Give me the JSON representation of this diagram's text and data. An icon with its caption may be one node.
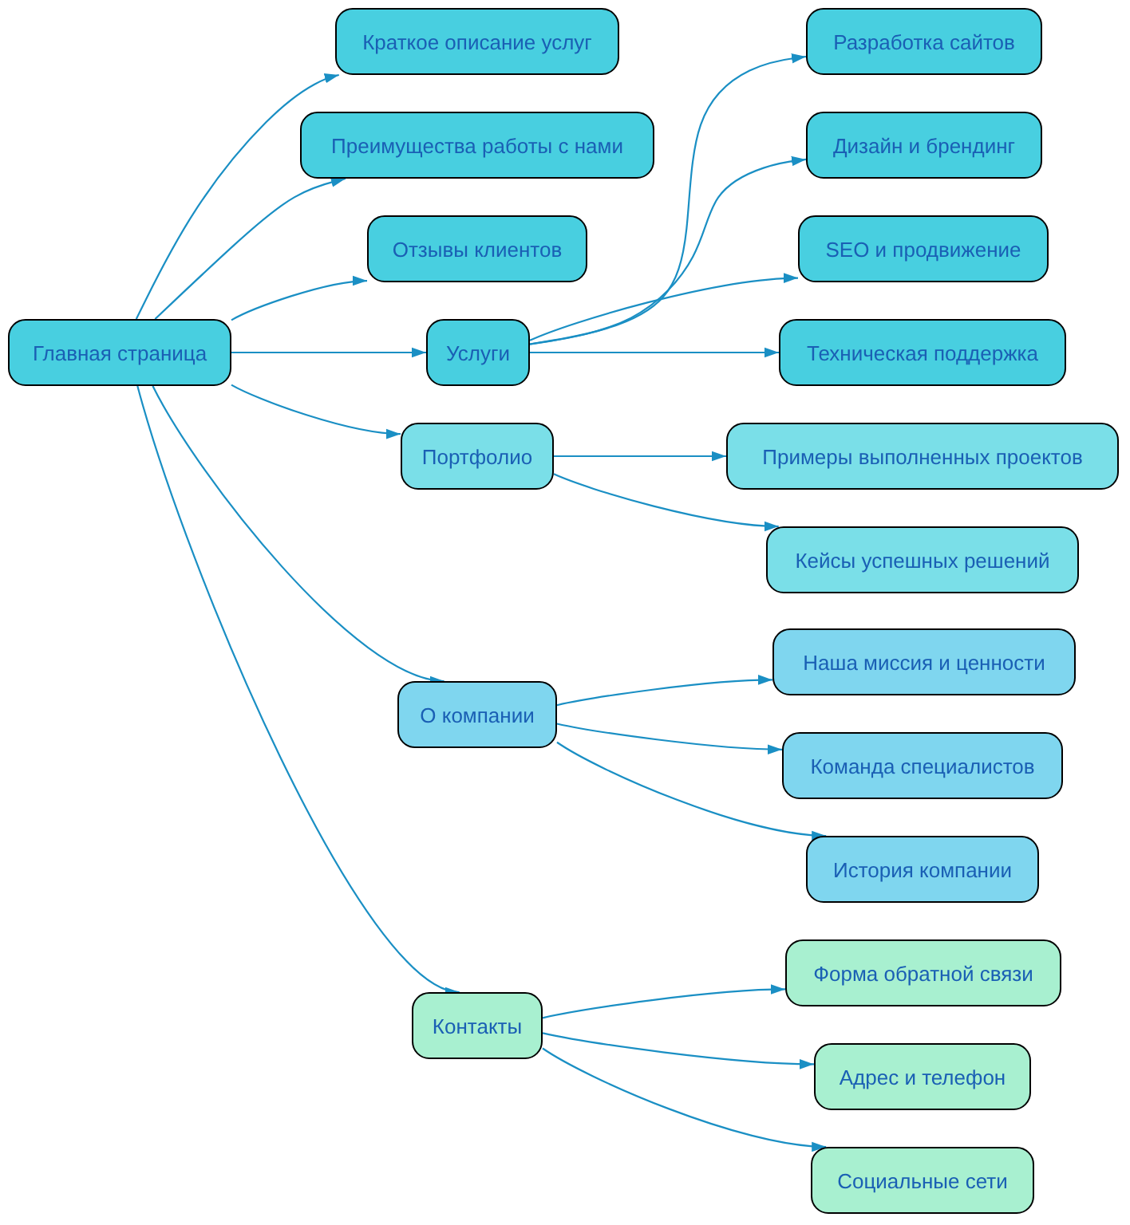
{
  "diagram": {
    "nodes": [
      {
        "text": [
          "Главная страница"
        ]
      },
      {
        "text": [
          "Краткое описание услуг"
        ]
      },
      {
        "text": [
          "Преимущества работы с нами"
        ]
      },
      {
        "text": [
          "Отзывы клиентов"
        ]
      },
      {
        "text": [
          "Услуги"
        ]
      },
      {
        "text": [
          "Портфолио"
        ]
      },
      {
        "text": [
          "О компании"
        ]
      },
      {
        "text": [
          "Контакты"
        ]
      },
      {
        "text": [
          "Разработка сайтов"
        ]
      },
      {
        "text": [
          "Дизайн и брендинг"
        ]
      },
      {
        "text": [
          "SEO и продвижение"
        ]
      },
      {
        "text": [
          "Техническая поддержка"
        ]
      },
      {
        "text": [
          "Примеры выполненных проектов"
        ]
      },
      {
        "text": [
          "Кейсы успешных решений"
        ]
      },
      {
        "text": [
          "Наша миссия и ценности"
        ]
      },
      {
        "text": [
          "Команда специалистов"
        ]
      },
      {
        "text": [
          "История компании"
        ]
      },
      {
        "text": [
          "Форма обратной связи"
        ]
      },
      {
        "text": [
          "Адрес и телефон"
        ]
      },
      {
        "text": [
          "Социальные сети"
        ]
      }
    ],
    "edges": [
      {
        "from": 0,
        "to": 1,
        "arrow": "to"
      },
      {
        "from": 0,
        "to": 2,
        "arrow": "to"
      },
      {
        "from": 0,
        "to": 3,
        "arrow": "to"
      },
      {
        "from": 0,
        "to": 4,
        "arrow": "to"
      },
      {
        "from": 0,
        "to": 5,
        "arrow": "to"
      },
      {
        "from": 0,
        "to": 6,
        "arrow": "to"
      },
      {
        "from": 0,
        "to": 7,
        "arrow": "to"
      },
      {
        "from": 4,
        "to": 8,
        "arrow": "to"
      },
      {
        "from": 4,
        "to": 9,
        "arrow": "to"
      },
      {
        "from": 4,
        "to": 10,
        "arrow": "to"
      },
      {
        "from": 4,
        "to": 11,
        "arrow": "to"
      },
      {
        "from": 5,
        "to": 12,
        "arrow": "to"
      },
      {
        "from": 5,
        "to": 13,
        "arrow": "to"
      },
      {
        "from": 6,
        "to": 14,
        "arrow": "to"
      },
      {
        "from": 6,
        "to": 15,
        "arrow": "to"
      },
      {
        "from": 6,
        "to": 16,
        "arrow": "to"
      },
      {
        "from": 7,
        "to": 17,
        "arrow": "to"
      },
      {
        "from": 7,
        "to": 18,
        "arrow": "to"
      },
      {
        "from": 7,
        "to": 19,
        "arrow": "to"
      }
    ]
  }
}
